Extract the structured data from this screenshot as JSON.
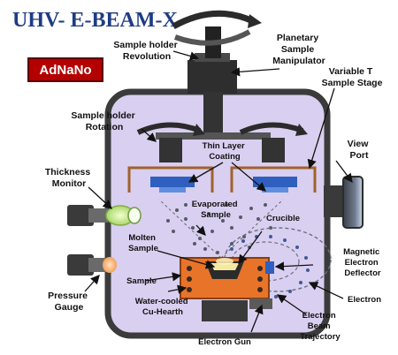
{
  "title": "UHV- E-BEAM-X",
  "logo": "AdNaNo",
  "colors": {
    "title": "#1f3c84",
    "chamber": "#d9cff0",
    "chamber_border": "#3b3b3b",
    "logo_bg": "#b30000",
    "hearth": "#e8742a",
    "shaft": "#2e2e2e",
    "stage": "#a0622d",
    "holder": "#2f5fbf"
  },
  "labels": {
    "sample_holder_revolution": [
      "Sample holder",
      "Revolution"
    ],
    "planetary_sample_manipulator": [
      "Planetary",
      "Sample",
      "Manipulator"
    ],
    "variable_t_sample_stage": [
      "Variable T",
      "Sample Stage"
    ],
    "sample_holder_rotation": [
      "Sample holder",
      "Rotation"
    ],
    "thin_layer_coating": [
      "Thin Layer",
      "Coating"
    ],
    "view_port": [
      "View",
      "Port"
    ],
    "thickness_monitor": [
      "Thickness",
      "Monitor"
    ],
    "evaporated_sample": [
      "Evaporated",
      "Sample"
    ],
    "crucible": "Crucible",
    "molten_sample": [
      "Molten",
      "Sample"
    ],
    "magnetic_electron_deflector": [
      "Magnetic",
      "Electron",
      "Deflector"
    ],
    "sample": "Sample",
    "pressure_gauge": [
      "Pressure",
      "Gauge"
    ],
    "water_cooled_cu_hearth": [
      "Water-cooled",
      "Cu-Hearth"
    ],
    "electron": "Electron",
    "electron_beam_trajectory": [
      "Electron",
      "Beam",
      "Trajectory"
    ],
    "electron_gun": "Electron Gun"
  }
}
